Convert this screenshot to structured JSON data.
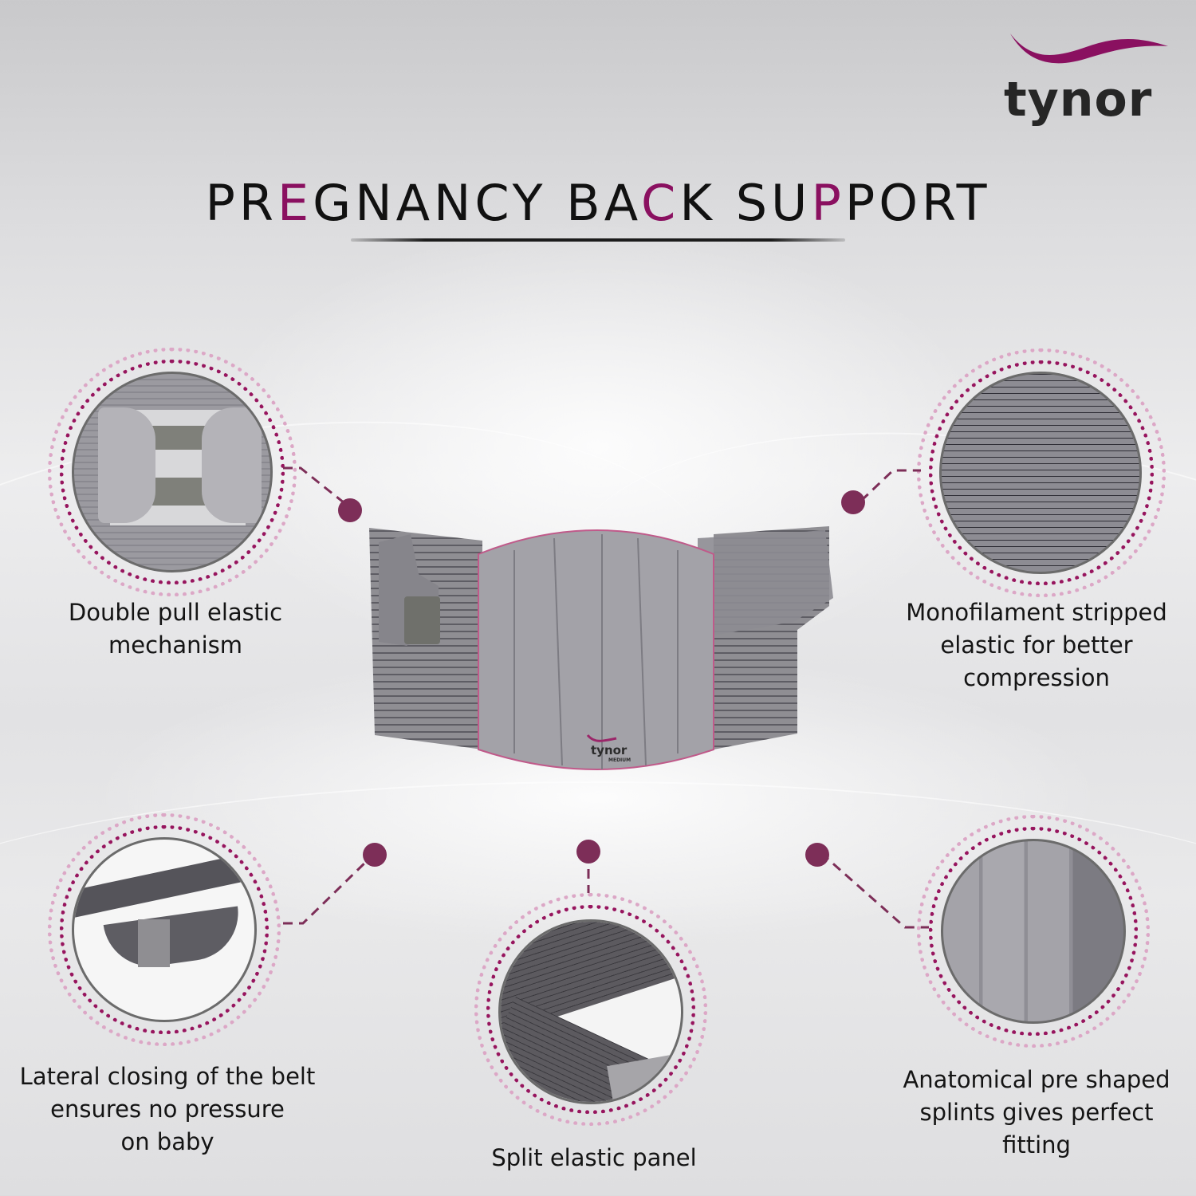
{
  "brand": {
    "logo_text": "tynor",
    "accent_color": "#8a1060",
    "dot_color": "#7d2e58"
  },
  "title": {
    "parts": [
      "PR",
      "E",
      "GNANCY BA",
      "C",
      "K SU",
      "P",
      "PORT"
    ],
    "full": "PREGNANCY BACK SUPPORT",
    "highlighted_letters": [
      "E",
      "C",
      "P"
    ]
  },
  "product": {
    "label_brand": "tynor",
    "label_size": "MEDIUM",
    "image": "grey-pregnancy-back-support-belt"
  },
  "features": [
    {
      "lines": [
        "Double pull elastic",
        "mechanism"
      ],
      "image": "velcro-closure-closeup"
    },
    {
      "lines": [
        "Monofilament stripped",
        "elastic for better",
        "compression"
      ],
      "image": "striped-elastic-texture-closeup"
    },
    {
      "lines": [
        "Lateral closing of the belt",
        "ensures no pressure",
        "on baby"
      ],
      "image": "woman-wearing-belt"
    },
    {
      "lines": [
        "Split elastic panel"
      ],
      "image": "split-elastic-panel-closeup"
    },
    {
      "lines": [
        "Anatomical pre shaped",
        "splints gives perfect",
        "fitting"
      ],
      "image": "splints-closeup"
    }
  ]
}
